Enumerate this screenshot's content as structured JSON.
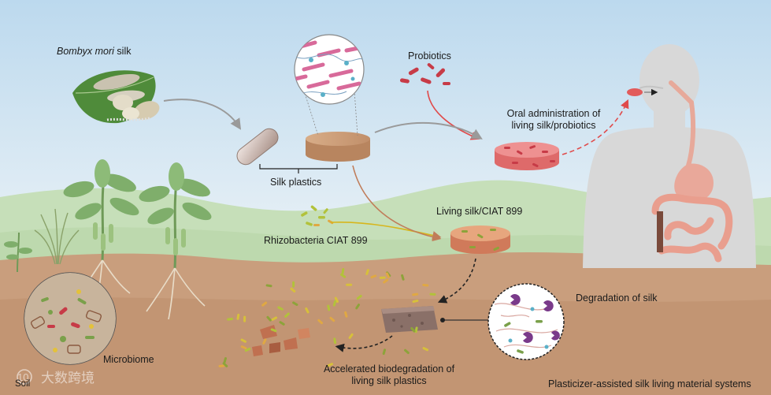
{
  "labels": {
    "bombyx_species": "Bombyx mori",
    "bombyx_rest": " silk",
    "probiotics": "Probiotics",
    "oral_line1": "Oral administration of",
    "oral_line2": "living silk/probiotics",
    "silk_plastics": "Silk plastics",
    "living_silk": "Living silk/CIAT 899",
    "rhizobacteria": "Rhizobacteria CIAT 899",
    "degradation": "Degradation of silk",
    "accel_line1": "Accelerated biodegradation of",
    "accel_line2": "living silk plastics",
    "microbiome": "Microbiome",
    "soil": "Soil",
    "plasticizer": "Plasticizer-assisted silk living material systems"
  },
  "watermark": {
    "text": "大数跨境",
    "prefix": "10"
  },
  "colors": {
    "sky_top": "#bcd9ee",
    "sky_bottom": "#f2f6f7",
    "hill": "#c6dfb9",
    "soil": "#c99e7d",
    "soil_dark": "#b88a69",
    "silk_disc": "#c99873",
    "living_disc": "#e87b7b",
    "bacteria_red": "#c73b47",
    "arrow_red": "#e04a4a",
    "arrow_gray": "#9a9a9a",
    "human": "#d8d8d8",
    "plant": "#7fae6b"
  }
}
